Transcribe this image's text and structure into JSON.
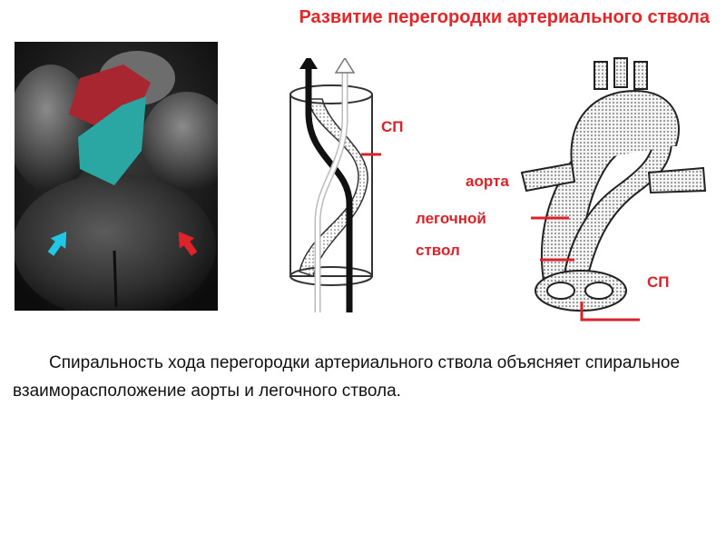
{
  "title": "Развитие перегородки артериального ствола",
  "labels": {
    "sp_cylinder": "СП",
    "aorta": "аорта",
    "pulmonary_line1": "легочной",
    "pulmonary_line2": "ствол",
    "sp_vessels": "СП"
  },
  "caption": "Спиральность хода перегородки артериального ствола объясняет спиральное взаиморасположение аорты и легочного ствола.",
  "colors": {
    "title": "#e3262a",
    "label": "#d9232a",
    "septum_red": "#a8262f",
    "septum_cyan": "#2aa7a3",
    "arrow_cyan": "#20c7e6",
    "arrow_red": "#e0232a"
  },
  "icons": [
    "cyan-arrow-icon",
    "red-arrow-icon"
  ]
}
